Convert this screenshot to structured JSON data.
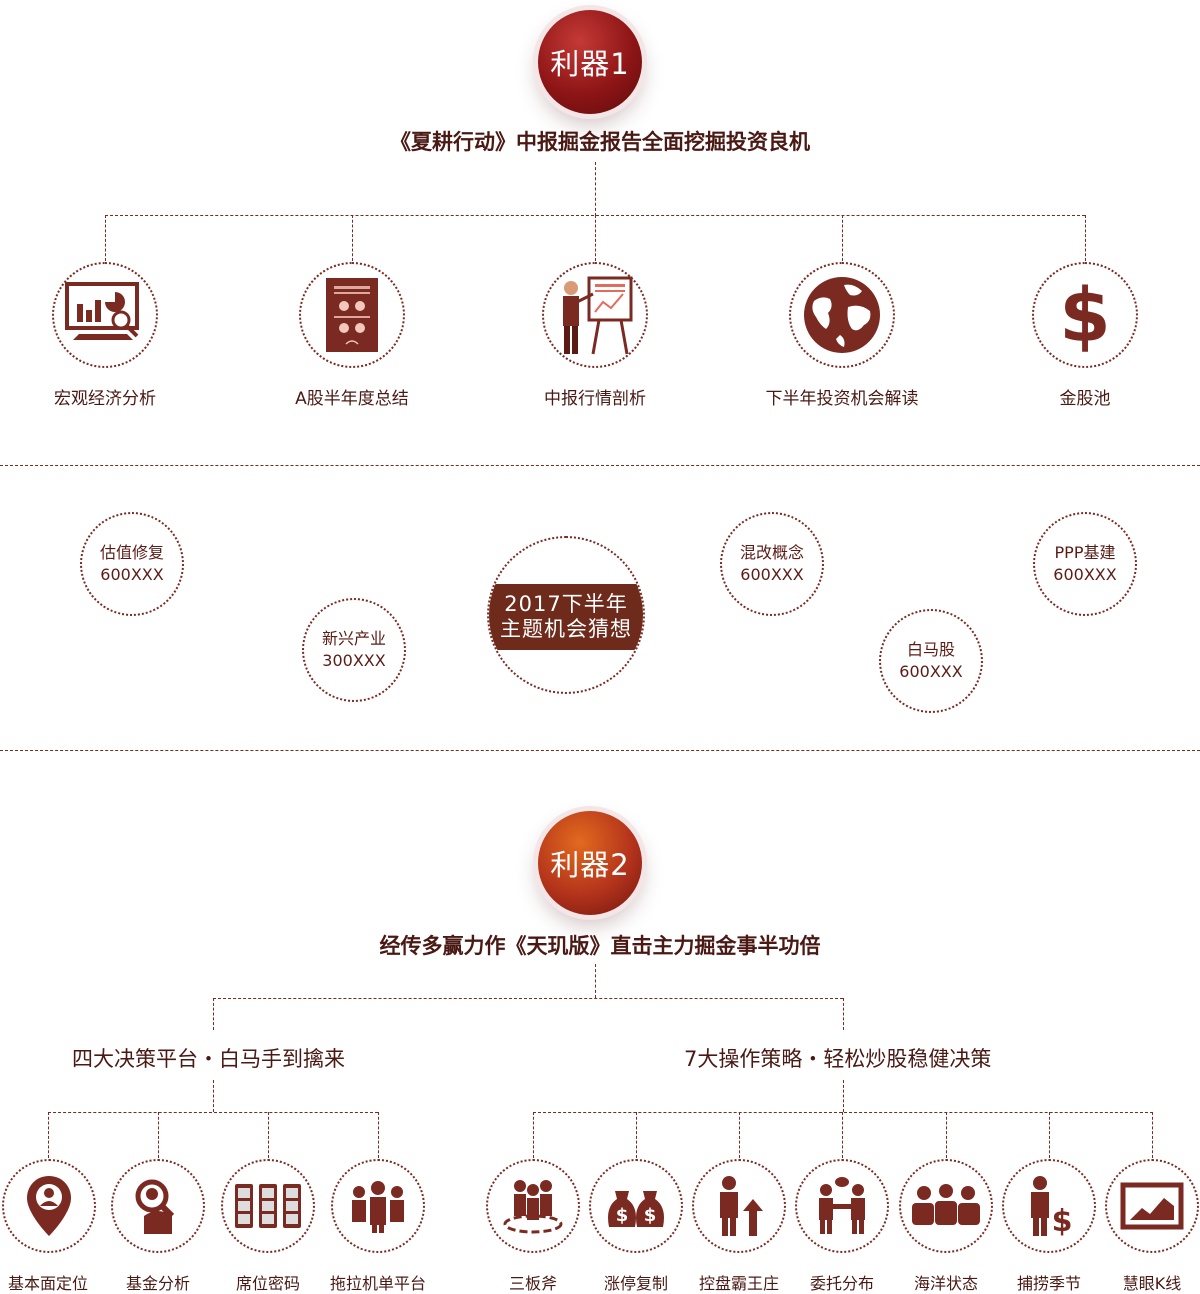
{
  "section1": {
    "badge": "利器1",
    "headline": "《夏耕行动》中报掘金报告全面挖掘投资良机",
    "items": [
      {
        "label": "宏观经济分析",
        "icon": "monitor-chart-icon"
      },
      {
        "label": "A股半年度总结",
        "icon": "report-document-icon"
      },
      {
        "label": "中报行情剖析",
        "icon": "presenter-board-icon"
      },
      {
        "label": "下半年投资机会解读",
        "icon": "globe-icon"
      },
      {
        "label": "金股池",
        "icon": "dollar-icon"
      }
    ]
  },
  "topics": {
    "center": {
      "line1": "2017下半年",
      "line2": "主题机会猜想"
    },
    "bubbles": [
      {
        "name": "估值修复",
        "code": "600XXX"
      },
      {
        "name": "新兴产业",
        "code": "300XXX"
      },
      {
        "name": "混改概念",
        "code": "600XXX"
      },
      {
        "name": "白马股",
        "code": "600XXX"
      },
      {
        "name": "PPP基建",
        "code": "600XXX"
      }
    ]
  },
  "section2": {
    "badge": "利器2",
    "headline": "经传多赢力作《天玑版》直击主力掘金事半功倍",
    "left_title": "四大决策平台・白马手到擒来",
    "right_title": "7大操作策略・轻松炒股稳健决策",
    "platforms": [
      {
        "label": "基本面定位",
        "icon": "location-pin-icon"
      },
      {
        "label": "基金分析",
        "icon": "magnifier-person-icon"
      },
      {
        "label": "席位密码",
        "icon": "code-lock-icon"
      },
      {
        "label": "拖拉机单平台",
        "icon": "group-people-icon"
      }
    ],
    "strategies": [
      {
        "label": "三板斧",
        "icon": "team-circle-icon"
      },
      {
        "label": "涨停复制",
        "icon": "money-bags-icon"
      },
      {
        "label": "控盘霸王庄",
        "icon": "businessman-arrow-icon"
      },
      {
        "label": "委托分布",
        "icon": "handshake-icon"
      },
      {
        "label": "海洋状态",
        "icon": "crowd-icon"
      },
      {
        "label": "捕捞季节",
        "icon": "man-dollar-icon"
      },
      {
        "label": "慧眼K线",
        "icon": "line-chart-icon"
      }
    ]
  },
  "colors": {
    "brand": "#6e2a1b",
    "badge1": "#8e1516",
    "badge2": "#b3331b",
    "icon": "#7b2a22"
  }
}
